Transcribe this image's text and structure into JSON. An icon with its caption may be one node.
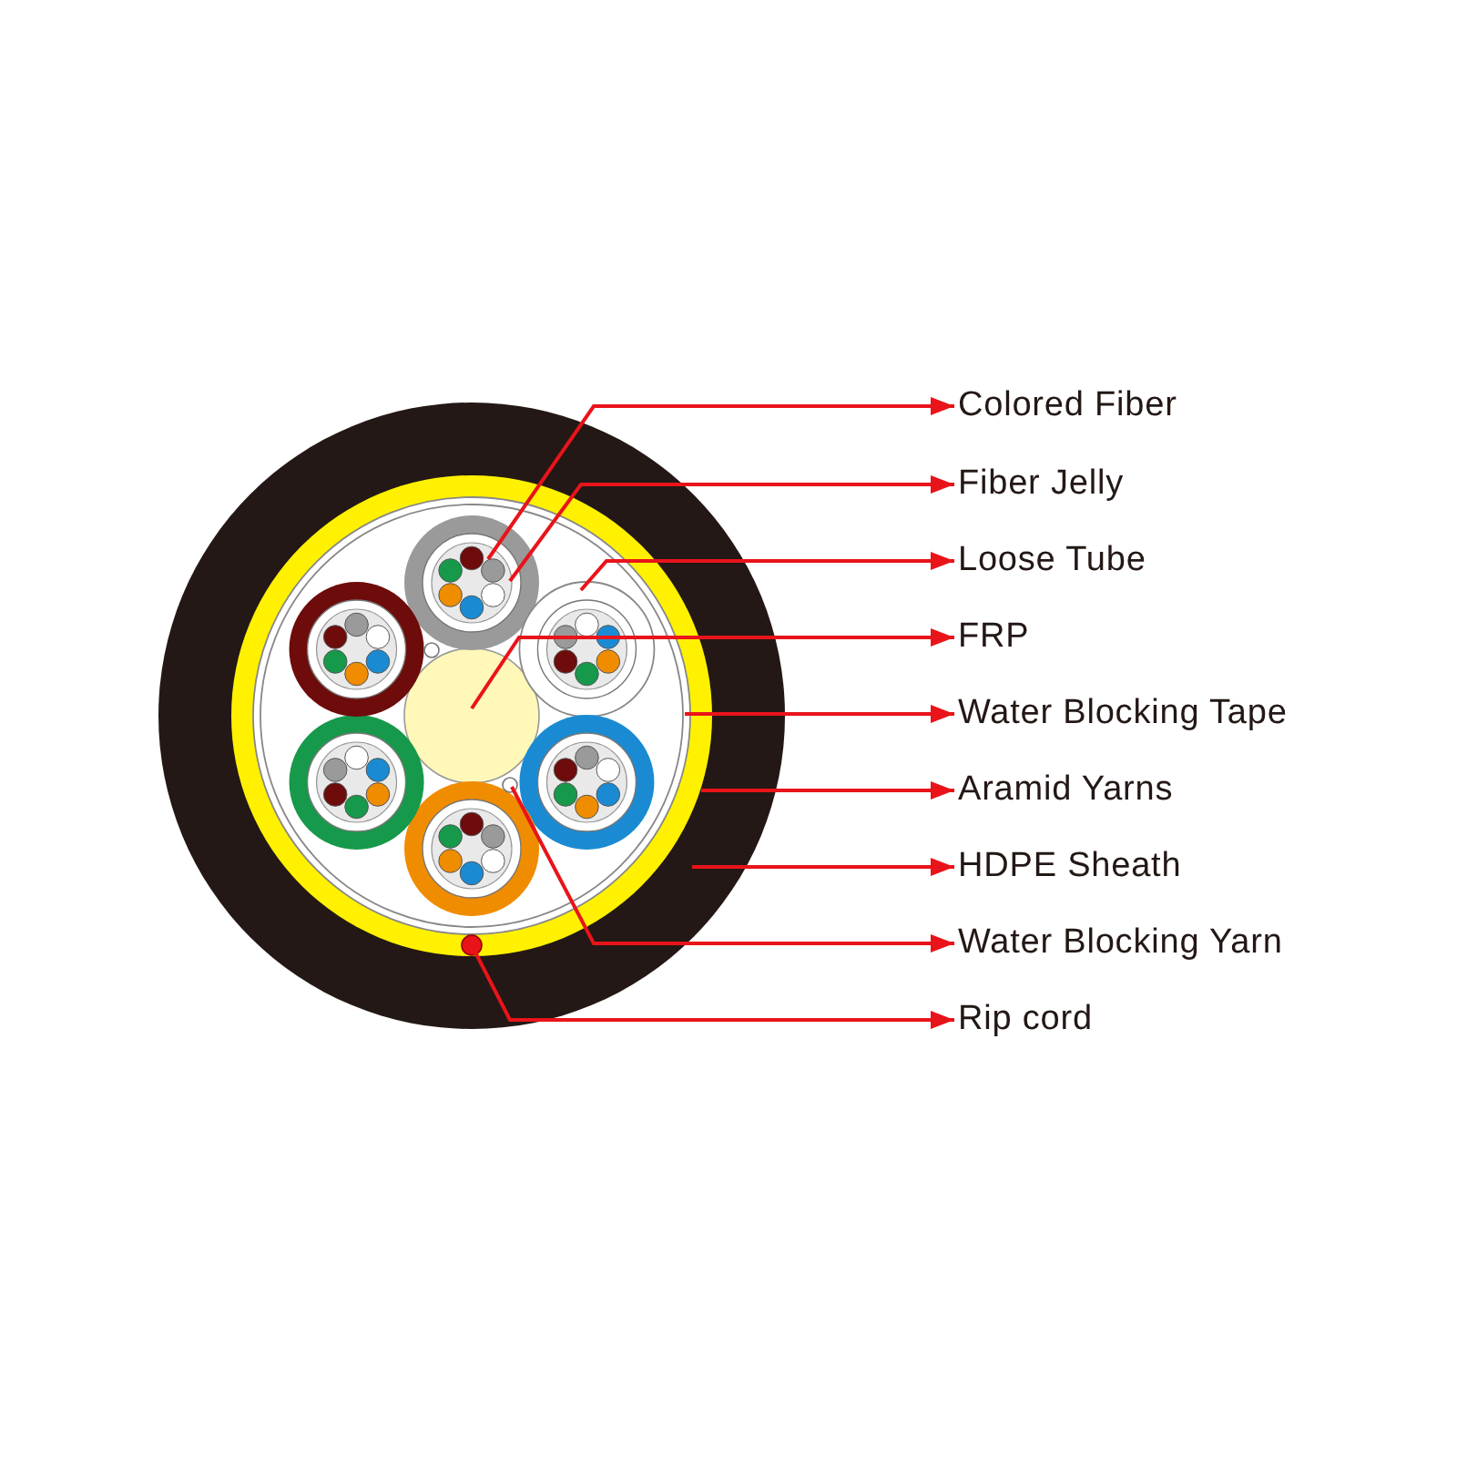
{
  "diagram": {
    "nodes": [
      {
        "text": [
          "Colored Fiber"
        ]
      },
      {
        "text": [
          "Fiber Jelly"
        ]
      },
      {
        "text": [
          "Loose Tube"
        ]
      },
      {
        "text": [
          "FRP"
        ]
      },
      {
        "text": [
          "Water Blocking Tape"
        ]
      },
      {
        "text": [
          "Aramid Yarns"
        ]
      },
      {
        "text": [
          "HDPE Sheath"
        ]
      },
      {
        "text": [
          "Water Blocking Yarn"
        ]
      },
      {
        "text": [
          "Rip cord"
        ]
      }
    ],
    "edges": [
      {
        "from": null,
        "to": 0,
        "arrow": "to"
      },
      {
        "from": null,
        "to": 1,
        "arrow": "to"
      },
      {
        "from": null,
        "to": 2,
        "arrow": "to"
      },
      {
        "from": null,
        "to": 3,
        "arrow": "to"
      },
      {
        "from": null,
        "to": 4,
        "arrow": "to"
      },
      {
        "from": null,
        "to": 5,
        "arrow": "to"
      },
      {
        "from": null,
        "to": 6,
        "arrow": "to"
      },
      {
        "from": null,
        "to": 7,
        "arrow": "to"
      },
      {
        "from": null,
        "to": 8,
        "arrow": "to"
      }
    ]
  }
}
